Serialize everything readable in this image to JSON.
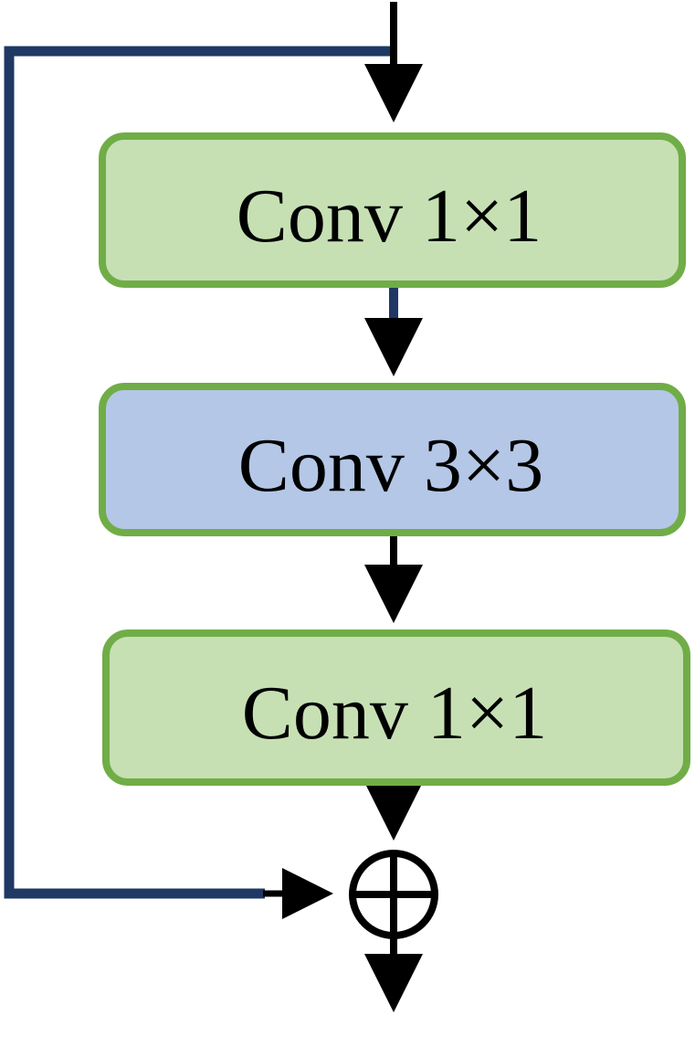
{
  "blocks": [
    {
      "label": "Conv 1×1",
      "fill": "#c6e0b4"
    },
    {
      "label": "Conv 3×3",
      "fill": "#b4c7e7"
    },
    {
      "label": "Conv 1×1",
      "fill": "#c6e0b4"
    }
  ],
  "colors": {
    "block_border": "#70ad47",
    "skip_line": "#1f3864",
    "arrow": "#000000"
  },
  "icons": {
    "sum_node": "circled-plus-icon"
  }
}
